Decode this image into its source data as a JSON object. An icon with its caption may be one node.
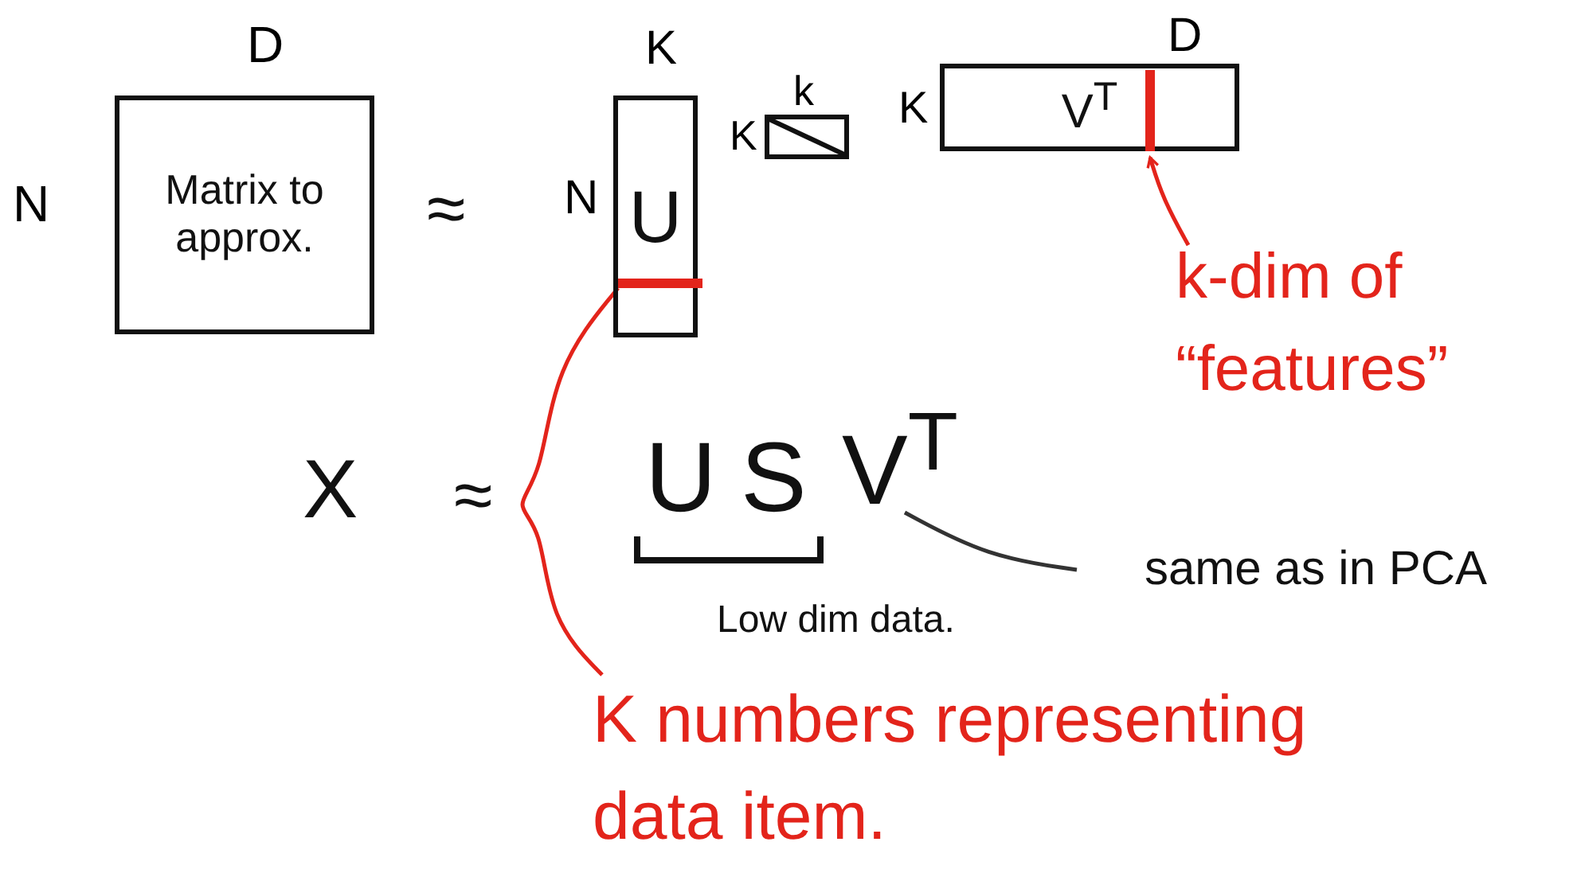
{
  "diagram": {
    "nodes": [
      {
        "text": [
          "Matrix to approx."
        ],
        "beside": [
          "D",
          "N"
        ]
      },
      {
        "text": [
          "U"
        ],
        "beside": [
          "K",
          "N"
        ]
      },
      {
        "text": [],
        "shape": "bar",
        "in": 1
      },
      {
        "text": [],
        "shape": "box",
        "beside": [
          "k",
          "K"
        ]
      },
      {
        "text": [
          "V$^{T}$"
        ],
        "beside": [
          "D",
          "K"
        ]
      },
      {
        "text": [],
        "shape": "bar",
        "in": 4
      },
      {
        "text": [
          "k-dim of “features”"
        ]
      },
      {
        "text": [
          "V$^{T}$"
        ]
      },
      {
        "text": [
          "same as in PCA"
        ]
      },
      {
        "text": [
          "K numbers representing data item."
        ]
      }
    ],
    "edges": [
      {
        "from": 6,
        "to": 5,
        "arrow": "to",
        "color": "#e3241b"
      },
      {
        "from": 8,
        "to": 7,
        "arrow": "none",
        "color": "#333333"
      },
      {
        "from": 9,
        "to": 2,
        "arrow": "none",
        "color": "#e3241b"
      }
    ],
    "labels": [
      "≈",
      "X",
      "≈",
      "U",
      "S",
      "Low dim data."
    ]
  }
}
